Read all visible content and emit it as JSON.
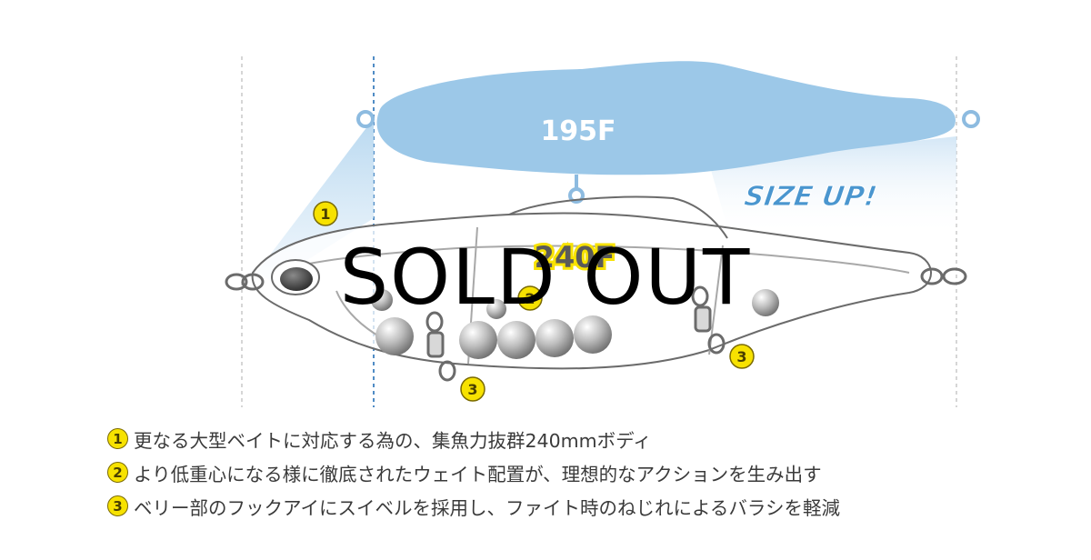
{
  "model_small": "195F",
  "model_large": "240F",
  "size_up": "SIZE UP!",
  "sold_out": "SOLD OUT",
  "callouts": [
    "1",
    "2",
    "3",
    "3"
  ],
  "features": [
    {
      "num": "1",
      "text": "更なる大型ベイトに対応する為の、集魚力抜群240mmボディ"
    },
    {
      "num": "2",
      "text": "より低重心になる様に徹底されたウェイト配置が、理想的なアクションを生み出す"
    },
    {
      "num": "3",
      "text": "ベリー部のフックアイにスイベルを採用し、ファイト時のねじれによるバラシを軽減"
    }
  ],
  "colors": {
    "small_body": "#9cc8e8",
    "size_up_text": "#4a96cf",
    "badge": "#f7e200",
    "outline": "#6b6b6b",
    "sold_out_text": "#000000"
  }
}
